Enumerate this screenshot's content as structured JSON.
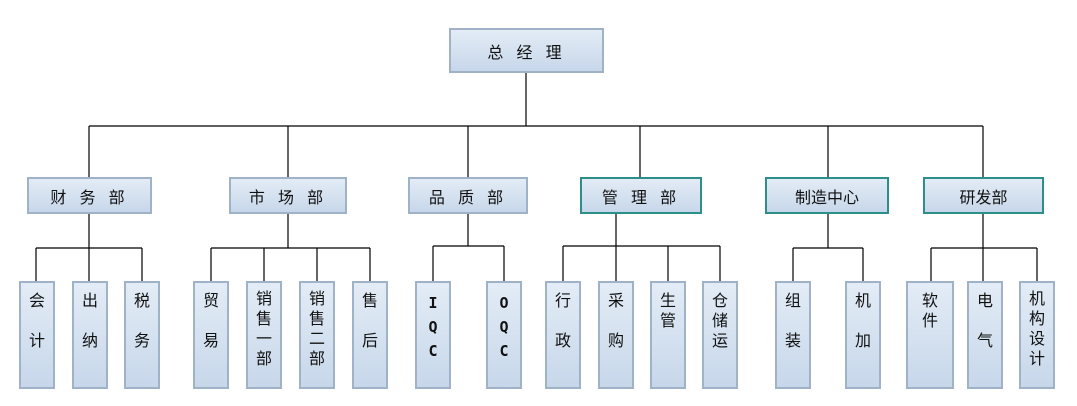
{
  "root": {
    "label": "总  经  理"
  },
  "departments": [
    {
      "id": "finance",
      "label": "财 务 部",
      "children": [
        "会\n\n计",
        "出\n\n纳",
        "税\n\n务"
      ]
    },
    {
      "id": "market",
      "label": "市 场 部",
      "children": [
        "贸\n\n易",
        "销\n售\n一\n部",
        "销\n售\n二\n部",
        "售\n\n后"
      ]
    },
    {
      "id": "quality",
      "label": "品 质 部",
      "children": [
        "I\nQ\nC",
        "O\nQ\nC"
      ]
    },
    {
      "id": "management",
      "label": "管 理 部",
      "children": [
        "行\n\n政",
        "采\n\n购",
        "生\n管",
        "仓\n储\n运"
      ]
    },
    {
      "id": "manufacturing",
      "label": "制造中心",
      "children": [
        "组\n\n装",
        "机\n\n加"
      ]
    },
    {
      "id": "rnd",
      "label": "研发部",
      "children": [
        "软\n件",
        "电\n\n气",
        "机\n构\n设\n计"
      ]
    }
  ]
}
